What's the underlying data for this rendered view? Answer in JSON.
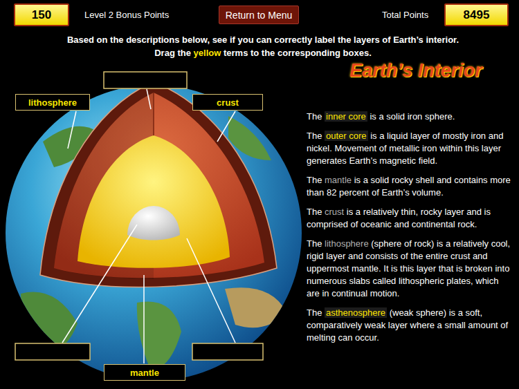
{
  "diagram": {
    "title": "Earth’s Interior",
    "nodes": [
      {
        "text": [
          "150"
        ]
      },
      {
        "text": [
          "Return to Menu"
        ]
      },
      {
        "text": [
          "8495"
        ]
      },
      {
        "text": [
          "lithosphere"
        ]
      },
      {
        "text": [
          "crust"
        ]
      },
      {
        "text": [
          "mantle"
        ]
      }
    ],
    "labels": [
      "Level 2 Bonus Points",
      "Total Points",
      "Based on the descriptions below, see if you can correctly label the layers of Earth’s interior.",
      "Drag the",
      "yellow",
      "terms to the corresponding boxes.",
      "The",
      "inner core",
      "is a solid iron sphere.",
      "The",
      "outer core",
      "is a liquid layer of mostly iron and nickel. Movement of metallic iron within this layer generates Earth’s magnetic field.",
      "The",
      "mantle",
      "is a solid rocky shell and contains more than 82 percent of Earth’s volume.",
      "The",
      "crust",
      "is a relatively thin, rocky layer and is comprised of oceanic and continental rock.",
      "The",
      "lithosphere",
      "(sphere of rock) is a relatively cool, rigid layer and consists of the entire crust and uppermost mantle. It is this layer that is broken into numerous slabs called lithospheric plates, which are in continual motion.",
      "The",
      "asthenosphere",
      "(weak sphere) is a soft, comparatively weak layer where a small amount of melting can occur."
    ]
  }
}
